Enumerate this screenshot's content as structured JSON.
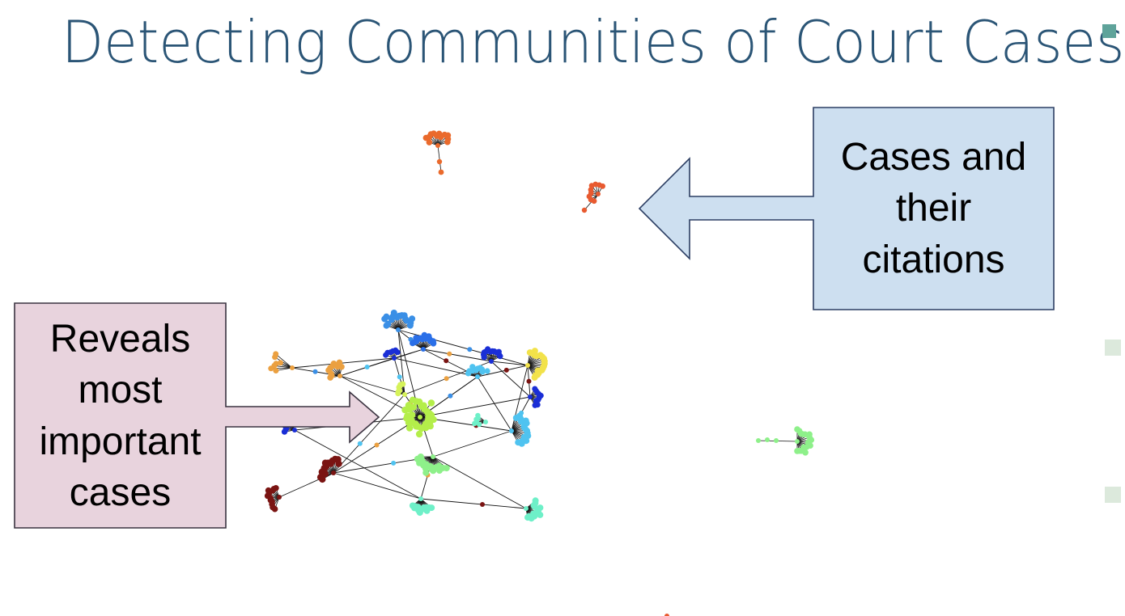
{
  "slide": {
    "title": "Detecting Communities of Court Cases"
  },
  "callouts": {
    "right": {
      "text": "Cases and their citations",
      "lines": [
        "Cases and",
        "their",
        "citations"
      ],
      "fill": "#cddff0",
      "border": "#2c3e63"
    },
    "left": {
      "text": "Reveals most important cases",
      "lines": [
        "Reveals",
        "most",
        "important",
        "cases"
      ],
      "fill": "#e8d3dd",
      "border": "#3a3340"
    }
  },
  "colors": {
    "title": "#2b5576",
    "accent_square": "#5fa39a",
    "side_marks": "#dce9dc",
    "edges": "#111111",
    "communities": {
      "sky_blue": "#3a8fe6",
      "blue": "#2a6fe8",
      "dark_blue": "#1a2ed6",
      "cyan": "#4fc3f0",
      "yellow": "#f2e24a",
      "lime": "#d6f25a",
      "yellow_green": "#b4ee4a",
      "light_green": "#8ef08a",
      "aquamarine": "#6ef0c8",
      "orange": "#eba040",
      "dark_red": "#7a1412",
      "red_orange": "#e85a30",
      "orange_red": "#ea6a2c"
    }
  }
}
